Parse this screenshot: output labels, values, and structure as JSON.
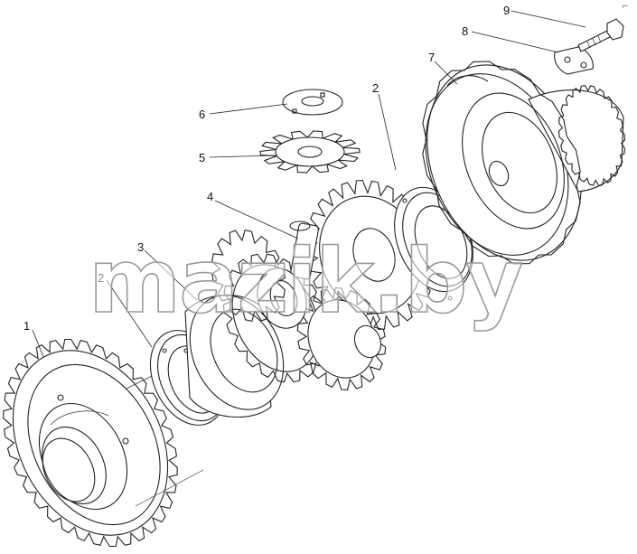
{
  "corner_mark": "⌐",
  "watermark": "mazik.by",
  "callouts": [
    {
      "id": "c1",
      "label": "1"
    },
    {
      "id": "c2a",
      "label": "2"
    },
    {
      "id": "c2b",
      "label": "2"
    },
    {
      "id": "c3",
      "label": "3"
    },
    {
      "id": "c4",
      "label": "4"
    },
    {
      "id": "c5",
      "label": "5"
    },
    {
      "id": "c6",
      "label": "6"
    },
    {
      "id": "c7",
      "label": "7"
    },
    {
      "id": "c8",
      "label": "8"
    },
    {
      "id": "c9",
      "label": "9"
    }
  ],
  "icons": {
    "part-1": "helical-gear-icon",
    "part-2": "thrust-washer-icon",
    "part-3": "differential-case-half-icon",
    "part-4": "bevel-gear-icon",
    "part-5": "pinion-gear-icon",
    "part-6": "pinion-washer-icon",
    "part-7": "differential-case-cover-icon",
    "part-8": "lock-plate-icon",
    "part-9": "bolt-icon"
  }
}
